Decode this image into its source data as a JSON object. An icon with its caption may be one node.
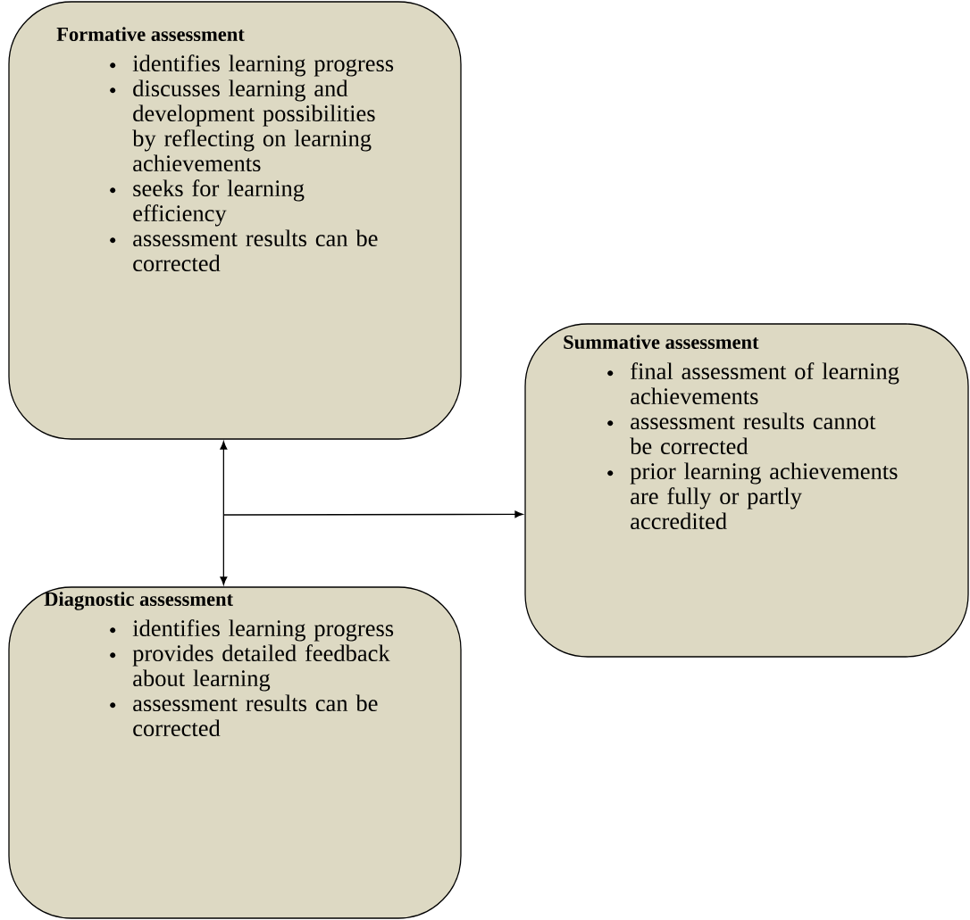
{
  "diagram": {
    "nodes": [
      {
        "text": [
          "Formative assessment",
          "identifies learning progress",
          "discusses learning and development possibilities by reflecting on learning achievements",
          "seeks for learning efficiency",
          "assessment results can be corrected"
        ]
      },
      {
        "text": [
          "Summative assessment",
          "final assessment of learning achievements",
          "assessment results cannot be corrected",
          "prior learning achievements are fully or partly accredited"
        ]
      },
      {
        "text": [
          "Diagnostic assessment",
          "identifies learning progress",
          "provides detailed feedback about learning",
          "assessment results can be corrected"
        ]
      }
    ],
    "edges": [
      {
        "from": 0,
        "to": 2,
        "arrow": "both"
      },
      {
        "from": null,
        "to": 1,
        "arrow": "to"
      }
    ]
  }
}
